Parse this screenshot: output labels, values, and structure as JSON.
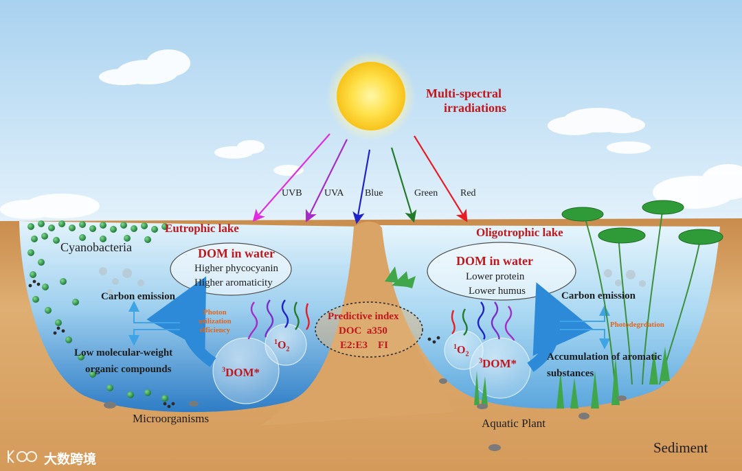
{
  "sun": {
    "caption_line1": "Multi-spectral",
    "caption_line2": "irradiations"
  },
  "light_bands": [
    {
      "label": "UVB",
      "color": "#e02ce0"
    },
    {
      "label": "UVA",
      "color": "#a52cc8"
    },
    {
      "label": "Blue",
      "color": "#1d23c8"
    },
    {
      "label": "Green",
      "color": "#237a2a"
    },
    {
      "label": "Red",
      "color": "#e81c24"
    }
  ],
  "eutrophic": {
    "title": "Eutrophic lake",
    "dom_title": "DOM in water",
    "dom_line1": "Higher phycocyanin",
    "dom_line2": "Higher aromaticity",
    "carbon": "Carbon emission",
    "lmw_line1": "Low molecular-weight",
    "lmw_line2": "organic compounds",
    "photon_line1": "Photon",
    "photon_line2": "utilization",
    "photon_line3": "efficiency",
    "singlet_sup": "1",
    "singlet_main": "O",
    "singlet_sub": "2",
    "triplet_sup": "3",
    "triplet_main": "DOM*",
    "cyanobacteria": "Cyanobacteria",
    "microorganisms": "Microorganisms"
  },
  "predictive": {
    "title": "Predictive index",
    "line2": "DOC  a350",
    "line3": "E2:E3    FI"
  },
  "oligotrophic": {
    "title": "Oligotrophic lake",
    "dom_title": "DOM in water",
    "dom_line1": "Lower protein",
    "dom_line2": "Lower humus",
    "carbon": "Carbon emission",
    "photodeg": "Photodegrdation",
    "accum_line1": "Accumulation of aromatic",
    "accum_line2": "substances",
    "singlet_sup": "1",
    "singlet_main": "O",
    "singlet_sub": "2",
    "triplet_sup": "3",
    "triplet_main": "DOM*",
    "aquatic_plant": "Aquatic Plant"
  },
  "sediment": "Sediment",
  "watermark": "大数跨境",
  "colors": {
    "sky": "#cfe6f7",
    "sediment": "#d9a467",
    "water_light": "#d4ecf8",
    "water_deep": "#2f7fc8",
    "title_red": "#c0171d",
    "flow_blue": "#2d8ad8",
    "orange": "#e0661f"
  }
}
